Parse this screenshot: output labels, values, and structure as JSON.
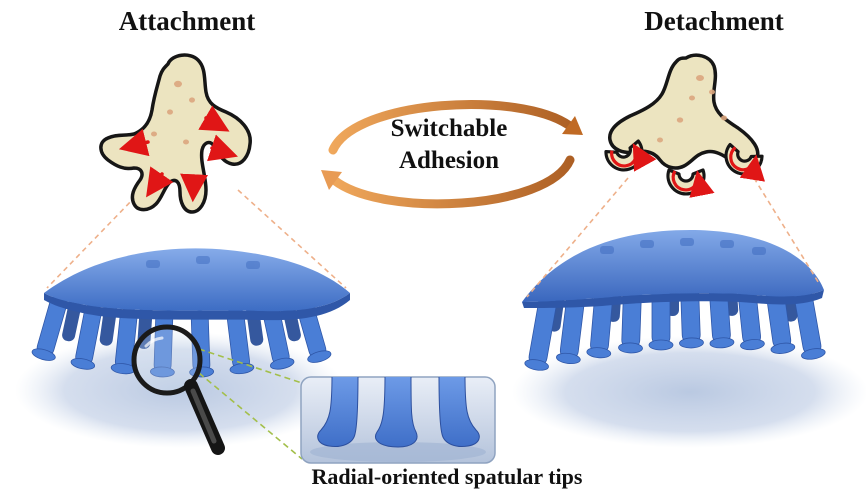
{
  "titles": {
    "attachment": "Attachment",
    "detachment": "Detachment"
  },
  "cycle": {
    "line1": "Switchable",
    "line2": "Adhesion"
  },
  "caption": "Radial-oriented spatular tips",
  "icons": {
    "magnifier": "magnifier-icon",
    "cycle_top": "cycle-arrow-top-icon",
    "cycle_bottom": "cycle-arrow-bottom-icon",
    "red_arrows": "adhesion-direction-arrow-icon"
  },
  "colors": {
    "pad_blue": "#4a7ed6",
    "pad_blue_dark": "#2f57a8",
    "pad_blue_deep": "#35589e",
    "pad_blue_light": "#7aa3e8",
    "foot_fill": "#ece4c0",
    "foot_outline": "#161616",
    "spot": "#dca77f",
    "arrow_red": "#e01616",
    "cycle_light": "#f0a85c",
    "cycle_dark": "#a85a20",
    "shadow_blue": "#bfcde4",
    "connector_orange": "#eeb08a",
    "connector_green": "#a3bf4a",
    "inset_border": "#8fa3c0",
    "text_black": "#111111"
  }
}
